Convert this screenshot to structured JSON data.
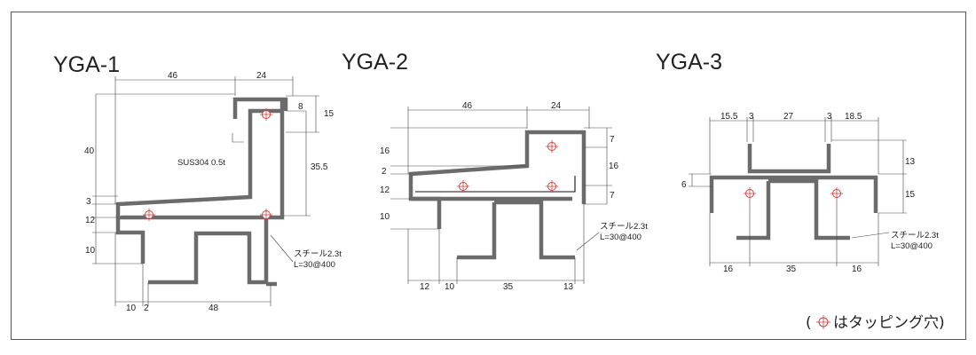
{
  "profiles": {
    "yga1": {
      "title": "YGA-1",
      "dims": {
        "d46": "46",
        "d24": "24",
        "d8": "8",
        "d15": "15",
        "d40": "40",
        "d35_5": "35.5",
        "d3": "3",
        "d12": "12",
        "d10": "10",
        "b10": "10",
        "b2": "2",
        "b48": "48"
      },
      "material_note": "SUS304 0.5t",
      "steel_note_1": "スチール2.3t",
      "steel_note_2": "L=30@400"
    },
    "yga2": {
      "title": "YGA-2",
      "dims": {
        "d46": "46",
        "d24": "24",
        "d16": "16",
        "d2": "2",
        "d12": "12",
        "d10": "10",
        "r7a": "7",
        "r16": "16",
        "r7b": "7",
        "b12": "12",
        "b10": "10",
        "b35": "35",
        "b13": "13"
      },
      "steel_note_1": "スチール2.3t",
      "steel_note_2": "L=30@400"
    },
    "yga3": {
      "title": "YGA-3",
      "dims": {
        "t15_5": "15.5",
        "t3a": "3",
        "t27": "27",
        "t3b": "3",
        "t18_5": "18.5",
        "r13": "13",
        "r15": "15",
        "l6": "6",
        "b16a": "16",
        "b35": "35",
        "b16b": "16"
      },
      "steel_note_1": "スチール2.3t",
      "steel_note_2": "L=30@400"
    }
  },
  "legend": {
    "open": "(",
    "text": "はタッピング穴)",
    "icon": "tapping-hole-icon"
  },
  "colors": {
    "profile": "#6b6b6b",
    "hole": "#d04040",
    "frame": "#555555"
  }
}
